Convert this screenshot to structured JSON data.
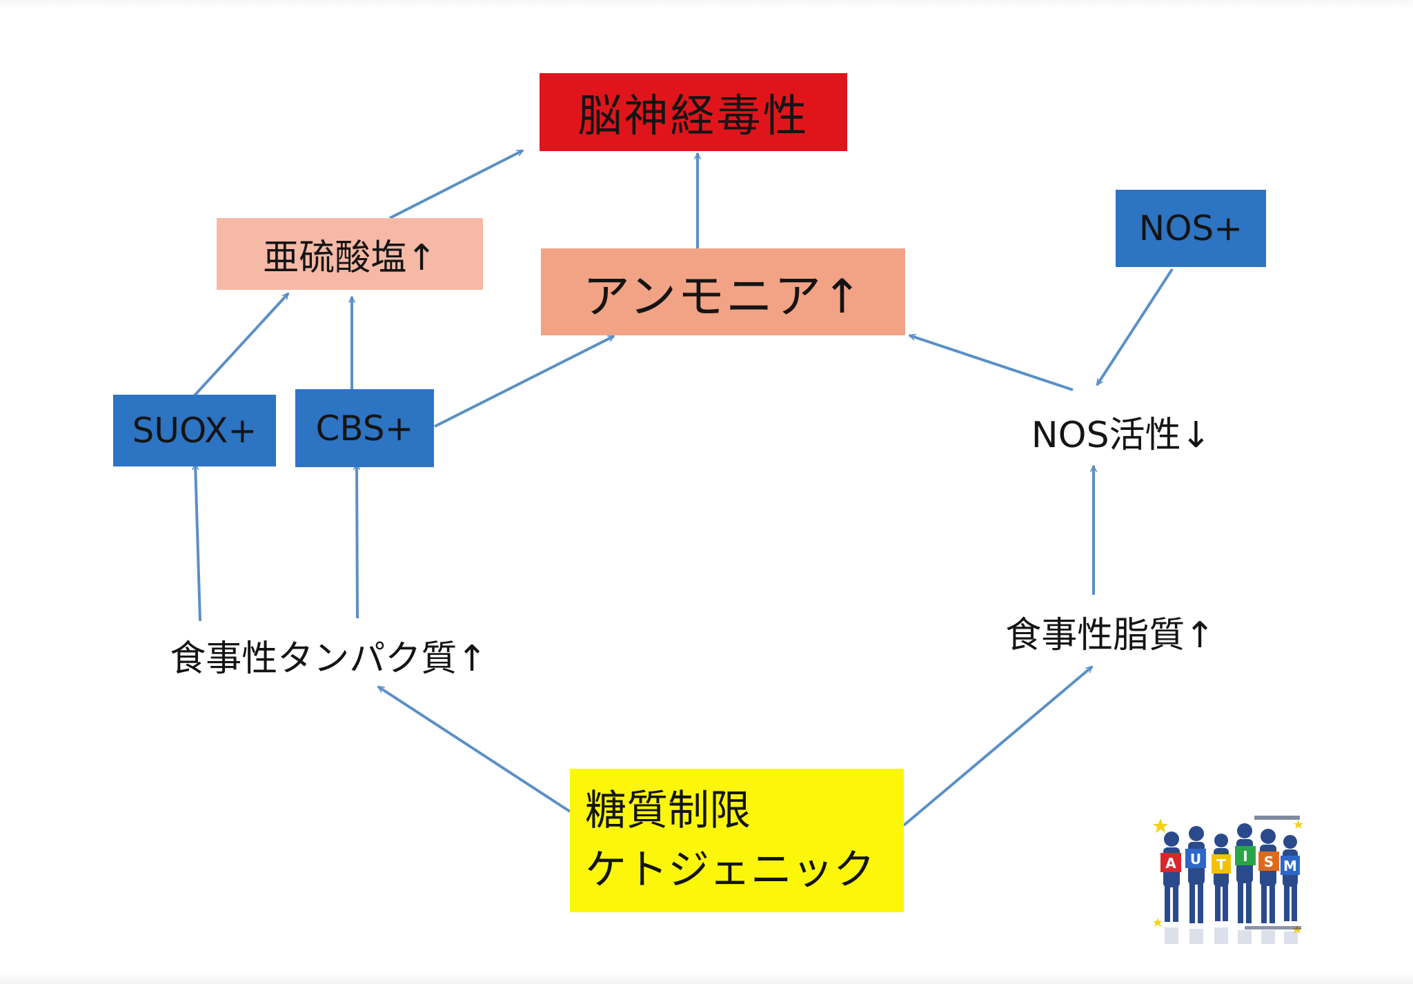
{
  "diagram": {
    "nodes": {
      "neurotoxicity": "脳神経毒性",
      "sulfite": "亜硫酸塩↑",
      "ammonia": "アンモニア↑",
      "nos_plus": "NOS+",
      "suox_plus": "SUOX+",
      "cbs_plus": "CBS+",
      "nos_activity": "NOS活性↓",
      "dietary_protein": "食事性タンパク質↑",
      "dietary_fat": "食事性脂質↑",
      "carb_restriction_line1": "糖質制限",
      "carb_restriction_line2": "ケトジェニック"
    },
    "edges": [
      {
        "from": "sulfite",
        "to": "neurotoxicity"
      },
      {
        "from": "ammonia",
        "to": "neurotoxicity"
      },
      {
        "from": "suox_plus",
        "to": "sulfite"
      },
      {
        "from": "cbs_plus",
        "to": "sulfite"
      },
      {
        "from": "cbs_plus",
        "to": "ammonia"
      },
      {
        "from": "nos_activity",
        "to": "ammonia"
      },
      {
        "from": "nos_plus",
        "to": "nos_activity"
      },
      {
        "from": "dietary_protein",
        "to": "suox_plus"
      },
      {
        "from": "dietary_protein",
        "to": "cbs_plus"
      },
      {
        "from": "dietary_fat",
        "to": "nos_activity"
      },
      {
        "from": "carb_restriction",
        "to": "dietary_protein"
      },
      {
        "from": "carb_restriction",
        "to": "dietary_fat"
      }
    ]
  },
  "colors": {
    "arrow": "#5b8fc6",
    "neurotoxicity_fill": "#e0151b",
    "sulfite_fill": "#f6b9a6",
    "ammonia_fill": "#f2a386",
    "enzyme_fill": "#2d74c2",
    "diet_fill": "#fcf70a"
  },
  "logo": {
    "letters": [
      "A",
      "U",
      "T",
      "I",
      "S",
      "M"
    ],
    "letter_colors": [
      "#d9262b",
      "#2e67c8",
      "#f2c200",
      "#2aa64a",
      "#e06a1a",
      "#2e67c8"
    ],
    "icon": "children-holding-letter-cards-logo"
  }
}
